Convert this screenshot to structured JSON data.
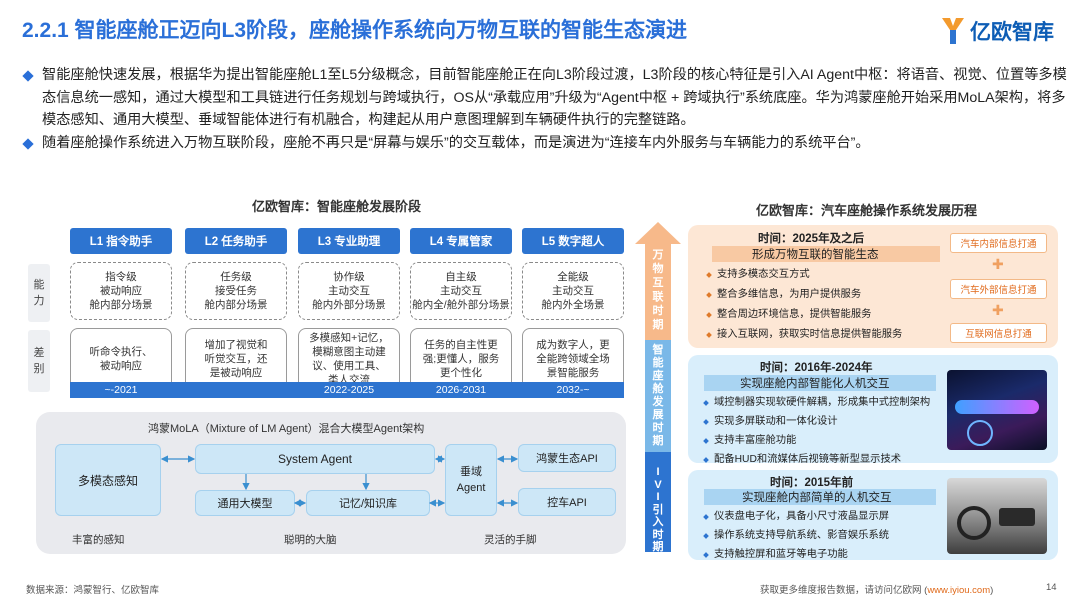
{
  "header": {
    "title": "2.2.1 智能座舱正迈向L3阶段，座舱操作系统向万物互联的智能生态演进",
    "logo_text": "亿欧智库"
  },
  "bullets": [
    "智能座舱快速发展，根据华为提出智能座舱L1至L5分级概念，目前智能座舱正在向L3阶段过渡，L3阶段的核心特征是引入AI Agent中枢：将语音、视觉、位置等多模态信息统一感知，通过大模型和工具链进行任务规划与跨域执行，OS从“承载应用”升级为“Agent中枢 + 跨域执行”系统底座。华为鸿蒙座舱开始采用MoLA架构，将多模态感知、通用大模型、垂域智能体进行有机融合，构建起从用户意图理解到车辆硬件执行的完整链路。",
    "随着座舱操作系统进入万物互联阶段，座舱不再只是“屏幕与娱乐”的交互载体，而是演进为“连接车内外服务与车辆能力的系统平台”。"
  ],
  "left": {
    "title": "亿欧智库：智能座舱发展阶段",
    "row_label_ability": [
      "能",
      "力"
    ],
    "row_label_diff": [
      "差",
      "别"
    ],
    "levels": [
      {
        "name": "L1 指令助手",
        "ability": [
          "指令级",
          "被动响应",
          "舱内部分场景"
        ],
        "diff": [
          "听命令执行、",
          "被动响应"
        ],
        "year": "~-2021"
      },
      {
        "name": "L2 任务助手",
        "ability": [
          "任务级",
          "接受任务",
          "舱内部分场景"
        ],
        "diff": [
          "增加了视觉和",
          "听觉交互，还",
          "是被动响应"
        ],
        "year": ""
      },
      {
        "name": "L3 专业助理",
        "ability": [
          "协作级",
          "主动交互",
          "舱内外部分场景"
        ],
        "diff": [
          "多模感知+记忆，",
          "模糊意图主动建",
          "议、使用工具、",
          "类人交流"
        ],
        "year": "2022-2025"
      },
      {
        "name": "L4 专属管家",
        "ability": [
          "自主级",
          "主动交互",
          "舱内全/舱外部分场景"
        ],
        "diff": [
          "任务的自主性更",
          "强;更懂人，服务",
          "更个性化"
        ],
        "year": "2026-2031"
      },
      {
        "name": "L5 数字超人",
        "ability": [
          "全能级",
          "主动交互",
          "舱内外全场景"
        ],
        "diff": [
          "成为数字人，更",
          "全能跨领域全场",
          "景智能服务"
        ],
        "year": "2032-~"
      }
    ],
    "arch": {
      "title": "鸿蒙MoLA（Mixture of LM Agent）混合大模型Agent架构",
      "multimodal": "多模态感知",
      "system_agent": "System Agent",
      "general_llm": "通用大模型",
      "memory": "记忆/知识库",
      "vertical_agent": [
        "垂域",
        "Agent"
      ],
      "eco_api": "鸿蒙生态API",
      "car_api": "控车API",
      "cap_perception": "丰富的感知",
      "cap_brain": "聪明的大脑",
      "cap_limbs": "灵活的手脚"
    }
  },
  "right": {
    "title": "亿欧智库：汽车座舱操作系统发展历程",
    "stage_labels": [
      [
        "万",
        "物",
        "互",
        "联",
        "时",
        "期"
      ],
      [
        "智",
        "能",
        "座",
        "舱",
        "发",
        "展",
        "时",
        "期"
      ],
      [
        "I",
        "V",
        "I",
        "引",
        "入",
        "时",
        "期"
      ]
    ],
    "panels": [
      {
        "time": "时间：2025年及之后",
        "subtitle": "形成万物互联的智能生态",
        "items": [
          "支持多模态交互方式",
          "整合多维信息，为用户提供服务",
          "整合周边环境信息，提供智能服务",
          "接入互联网，获取实时信息提供智能服务"
        ],
        "tags": [
          "汽车内部信息打通",
          "汽车外部信息打通",
          "互联网信息打通"
        ]
      },
      {
        "time": "时间：2016年-2024年",
        "subtitle": "实现座舱内部智能化人机交互",
        "items": [
          "域控制器实现软硬件解耦，形成集中式控制架构",
          "实现多屏联动和一体化设计",
          "支持丰富座舱功能",
          "配备HUD和流媒体后视镜等新型显示技术"
        ]
      },
      {
        "time": "时间：2015年前",
        "subtitle": "实现座舱内部简单的人机交互",
        "items": [
          "仪表盘电子化，具备小尺寸液晶显示屏",
          "操作系统支持导航系统、影音娱乐系统",
          "支持触控屏和蓝牙等电子功能"
        ]
      }
    ]
  },
  "footer": {
    "source": "数据来源：鸿蒙智行、亿欧智库",
    "more_prefix": "获取更多维度报告数据，请访问亿欧网 (",
    "more_link": "www.iyiou.com",
    "more_suffix": ")",
    "page": "14"
  },
  "colors": {
    "accent_blue": "#2d74d0",
    "title_blue": "#2a6fd8",
    "orange": "#e06a1b",
    "panel_orange": "#fde7d5",
    "panel_blue": "#d9eefb"
  }
}
